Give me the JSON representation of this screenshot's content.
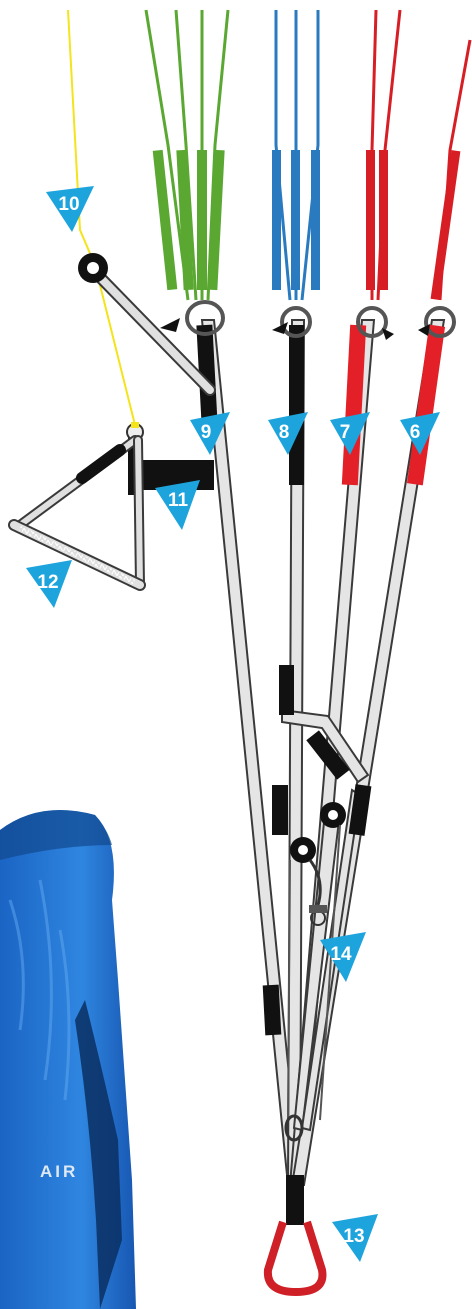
{
  "colors": {
    "a_lines": "#5aa832",
    "b_lines": "#2a7abf",
    "c_lines": "#d81e25",
    "brake_line": "#f3e41c",
    "callout": "#1ea4dc",
    "riser": "#d9d9d9",
    "riser_outline": "#3a3a3a",
    "tape_black": "#111111",
    "tape_red": "#e32028",
    "bag_blue": "#1c6fd0",
    "bag_dark": "#0b2f63",
    "carabiner_loop": "#cf2027"
  },
  "callouts": [
    {
      "id": "callout-6",
      "label": "6"
    },
    {
      "id": "callout-7",
      "label": "7"
    },
    {
      "id": "callout-8",
      "label": "8"
    },
    {
      "id": "callout-9",
      "label": "9"
    },
    {
      "id": "callout-10",
      "label": "10"
    },
    {
      "id": "callout-11",
      "label": "11"
    },
    {
      "id": "callout-12",
      "label": "12"
    },
    {
      "id": "callout-13",
      "label": "13"
    },
    {
      "id": "callout-14",
      "label": "14"
    }
  ],
  "bag": {
    "text": "AIR"
  }
}
